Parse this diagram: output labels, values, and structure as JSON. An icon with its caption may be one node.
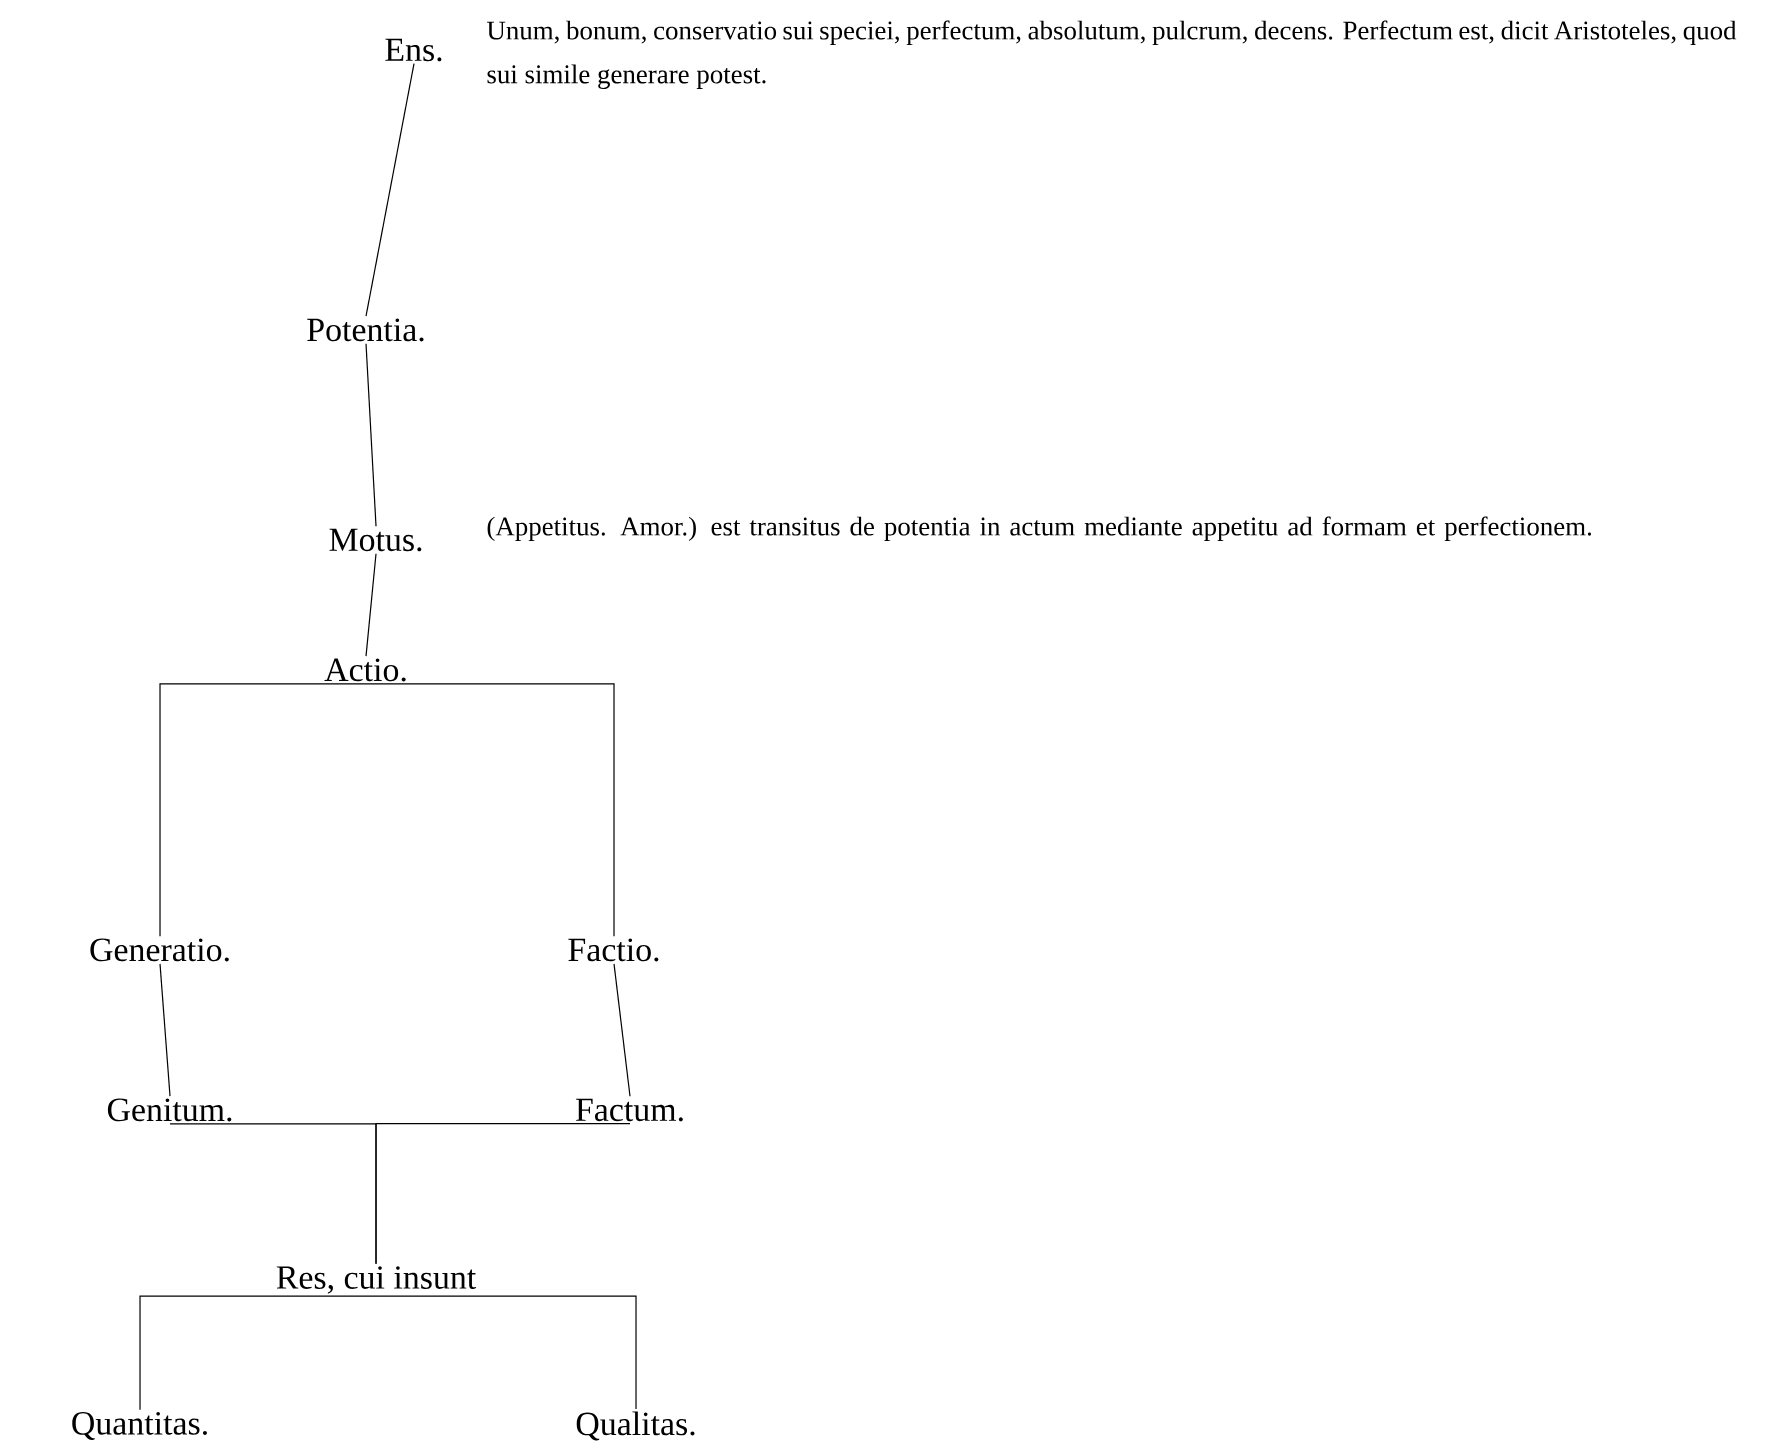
{
  "diagram": {
    "nodes": [
      {
        "text": [
          "Ens."
        ],
        "beside": [
          "Unum, bonum, conservatio sui speciei, perfectum, absolutum, pulcrum, decens. Perfectum est, dicit Aristoteles, quod sui simile generare potest."
        ]
      },
      {
        "text": [
          "Potentia."
        ]
      },
      {
        "text": [
          "Motus."
        ],
        "beside": [
          "(Appetitus. Amor.) est transitus de potentia in actum mediante appetitu ad formam et perfectionem."
        ]
      },
      {
        "text": [
          "Actio."
        ]
      },
      {
        "text": [
          "Generatio."
        ]
      },
      {
        "text": [
          "Factio."
        ]
      },
      {
        "text": [
          "Genitum."
        ]
      },
      {
        "text": [
          "Factum."
        ]
      },
      {
        "text": [
          "Res, cui insunt"
        ]
      },
      {
        "text": [
          "Quantitas."
        ]
      },
      {
        "text": [
          "Qualitas."
        ]
      }
    ],
    "edges": [
      {
        "from": 0,
        "to": 1,
        "arrow": "none"
      },
      {
        "from": 1,
        "to": 2,
        "arrow": "none"
      },
      {
        "from": 2,
        "to": 3,
        "arrow": "none"
      },
      {
        "from": 3,
        "to": 4,
        "arrow": "none"
      },
      {
        "from": 3,
        "to": 5,
        "arrow": "none"
      },
      {
        "from": 4,
        "to": 6,
        "arrow": "none"
      },
      {
        "from": 5,
        "to": 7,
        "arrow": "none"
      },
      {
        "from": 6,
        "to": 8,
        "arrow": "none"
      },
      {
        "from": 7,
        "to": 8,
        "arrow": "none"
      },
      {
        "from": 8,
        "to": 9,
        "arrow": "none"
      },
      {
        "from": 8,
        "to": 10,
        "arrow": "none"
      }
    ]
  }
}
